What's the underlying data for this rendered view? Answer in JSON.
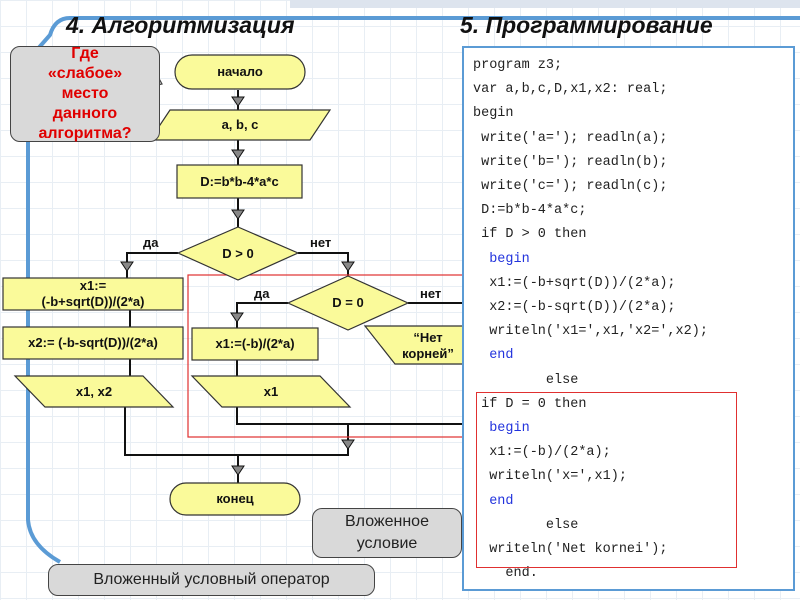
{
  "left_title": "4. Алгоритмизация",
  "right_title": "5. Программирование",
  "question_callout": [
    "Где",
    "«слабое»",
    "место",
    "данного",
    "алгоритма?"
  ],
  "flowchart": {
    "start": "начало",
    "input": "a, b, c",
    "calc_d": "D:=b*b-4*a*c",
    "cond1": "D > 0",
    "yes": "да",
    "no": "нет",
    "x1_line1": "x1:=",
    "x1_line2": "(-b+sqrt(D))/(2*a)",
    "x2": "x2:= (-b-sqrt(D))/(2*a)",
    "out_x1x2": "x1, x2",
    "cond2": "D = 0",
    "yes2": "да",
    "no2": "нет",
    "x1_single": "x1:=(-b)/(2*a)",
    "out_x1": "x1",
    "no_roots": "“Нет корней”",
    "end": "конец"
  },
  "nested_condition_callout": "Вложенное условие",
  "nested_operator_callout": "Вложенный условный оператор",
  "code": {
    "lines_a": [
      "program z3;",
      "var a,b,c,D,x1,x2: real;",
      "begin",
      " write('a='); readln(a);",
      " write('b='); readln(b);",
      " write('c='); readln(c);",
      " D:=b*b-4*a*c;",
      " if D > 0 then"
    ],
    "begin1": "  begin",
    "lines_b": [
      "  x1:=(-b+sqrt(D))/(2*a);",
      "  x2:=(-b-sqrt(D))/(2*a);",
      "  writeln('x1=',x1,'x2=',x2);"
    ],
    "end1": "  end",
    "else1": "         else",
    "if2": " if D = 0 then",
    "begin2": "  begin",
    "lines_c": [
      "  x1:=(-b)/(2*a);",
      "  writeln('x=',x1);"
    ],
    "end2": "  end",
    "else2": "         else",
    "net": "  writeln('Net kornei');",
    "final": "    end."
  }
}
